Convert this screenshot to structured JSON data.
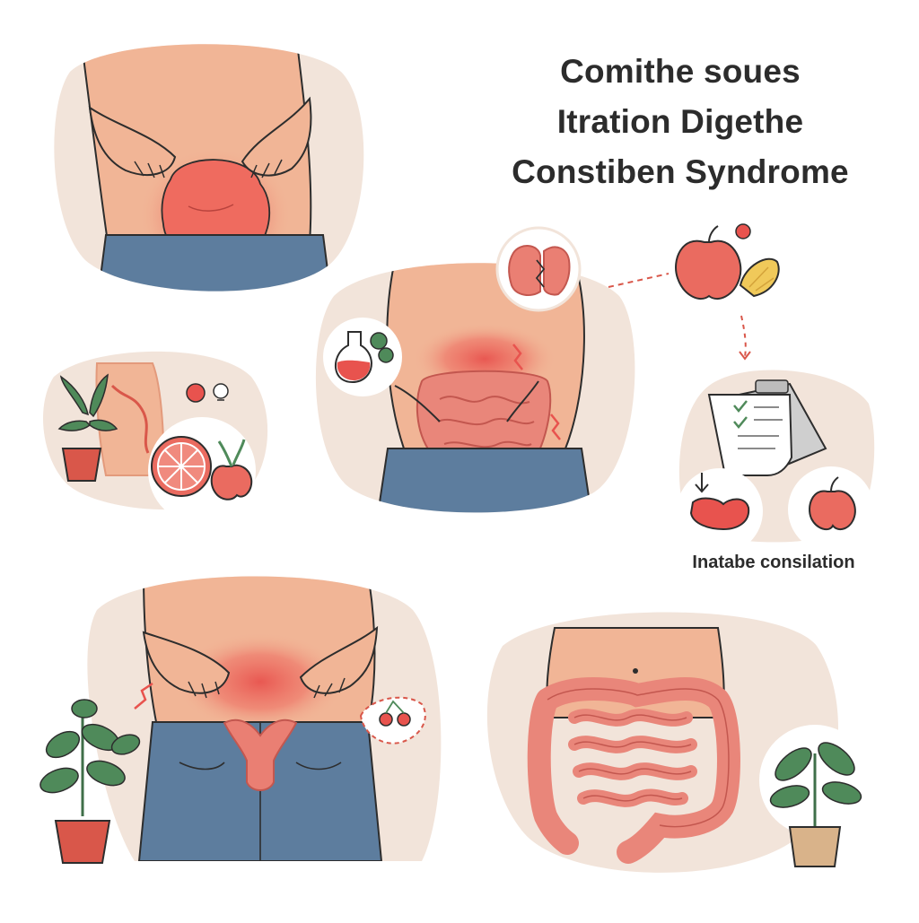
{
  "title": {
    "line1": "Comithe soues",
    "line2": "Itration Digethe",
    "line3": "Constiben Syndrome"
  },
  "caption": "Inatabe consilation",
  "palette": {
    "skin": "#f1b596",
    "skin_shadow": "#e39a7c",
    "inflammation": "#e8534e",
    "blob_background": "#f2e4da",
    "denim": "#5d7d9e",
    "intestine": "#e9867a",
    "intestine_line": "#c3574f",
    "leaf": "#4f8a5a",
    "pot": "#d9574a",
    "outline": "#2d2d2d"
  },
  "illustrations": [
    {
      "name": "abdominal-bloating-panel",
      "icons": [
        "hands-icon",
        "inflamed-belly-icon",
        "jeans-icon"
      ]
    },
    {
      "name": "gut-pain-panel",
      "icons": [
        "torso-icon",
        "intestine-icon",
        "stomach-icon",
        "flask-icon",
        "pain-spark-icon"
      ]
    },
    {
      "name": "diet-panel",
      "icons": [
        "apple-icon",
        "lemon-slice-icon",
        "cherry-icon"
      ]
    },
    {
      "name": "plants-fruit-panel",
      "icons": [
        "plant-icon",
        "grapefruit-icon",
        "apple-icon",
        "lightbulb-icon"
      ]
    },
    {
      "name": "consultation-panel",
      "icons": [
        "clipboard-checklist-icon",
        "down-arrow-icon",
        "kidney-bean-icon",
        "apple-icon"
      ]
    },
    {
      "name": "lower-abdomen-panel",
      "icons": [
        "hands-icon",
        "uterus-icon",
        "jeans-icon",
        "plant-icon",
        "cherries-icon"
      ]
    },
    {
      "name": "colon-panel",
      "icons": [
        "torso-icon",
        "colon-icon",
        "plant-icon"
      ]
    }
  ]
}
